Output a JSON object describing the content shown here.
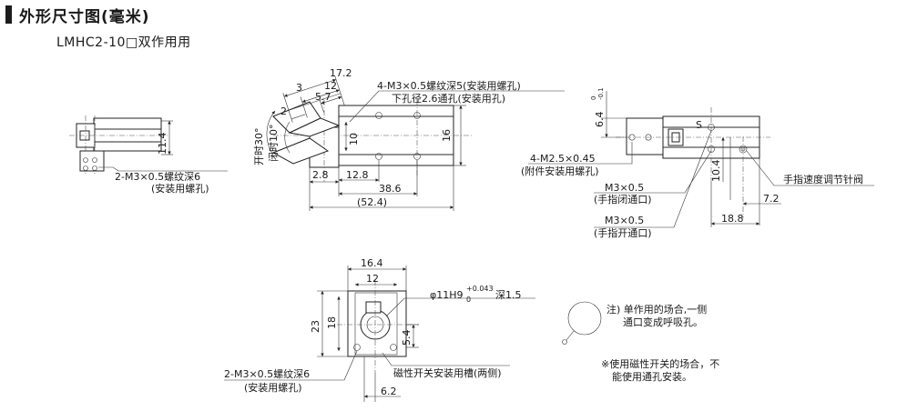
{
  "header": {
    "title": "外形尺寸图(毫米)"
  },
  "model": {
    "label": "LMHC2-10□双作用用"
  },
  "front_view": {
    "dim_height": "11.4",
    "thread_note": "2-M3×0.5螺纹深6",
    "thread_note_sub": "(安装用螺孔)"
  },
  "side_view": {
    "dim_17_2": "17.2",
    "dim_12": "12",
    "dim_3": "3",
    "dim_5_7": "5.7",
    "dim_2": "2",
    "dim_10": "10",
    "dim_16": "16",
    "dim_2_8": "2.8",
    "dim_12_8": "12.8",
    "dim_38_6": "38.6",
    "dim_52_4": "(52.4)",
    "angle_open": "开时30°",
    "angle_close": "闭时10°",
    "note_top": "4-M3×0.5螺纹深5(安装用螺孔)",
    "note_bottom": "下孔径2.6通孔(安装用孔)"
  },
  "right_view": {
    "tolerance_top": "0",
    "tolerance_bottom": "-0.1",
    "dim_6_4": "6.4",
    "mark_s": "S",
    "note_m25": "4-M2.5×0.45",
    "note_m25_sub": "(附件安装用螺孔)",
    "note_m3_close": "M3×0.5",
    "note_m3_close_sub": "(手指闭通口)",
    "note_m3_open": "M3×0.5",
    "note_m3_open_sub": "(手指开通口)",
    "dim_10_4": "10.4",
    "dim_7_2": "7.2",
    "dim_18_8": "18.8",
    "needle_valve": "手指速度调节针阀"
  },
  "bottom_view": {
    "dim_16_4": "16.4",
    "dim_12": "12",
    "dim_23": "23",
    "dim_18": "18",
    "dim_5_4": "5.4",
    "dim_6_2": "6.2",
    "bore_prefix": "φ11H9",
    "bore_tol_top": "+0.043",
    "bore_tol_bottom": "0",
    "bore_depth": "深1.5",
    "switch_groove": "磁性开关安装用槽(两侧)",
    "thread_note": "2-M3×0.5螺纹深6",
    "thread_note_sub": "(安装用螺孔)"
  },
  "notes": {
    "note1_line1": "注) 单作用的场合,一侧",
    "note1_line2": "通口变成呼吸孔。",
    "note2_line1": "※使用磁性开关的场合，不",
    "note2_line2": "能使用通孔安装。"
  }
}
